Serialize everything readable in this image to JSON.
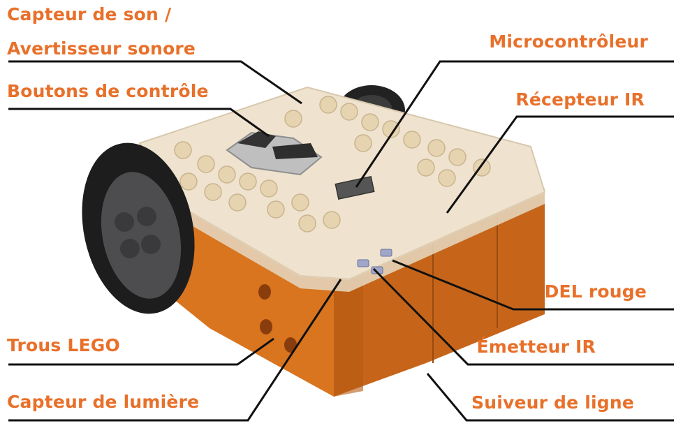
{
  "colors": {
    "label": "#e8702a",
    "leader": "#111111",
    "body_orange": "#d9741f",
    "body_dark": "#b85a12",
    "top_clear": "#efe3cf",
    "wheel": "#1d1d1d",
    "hub": "#4d4d4f"
  },
  "labels": {
    "sound_1": "Capteur de son /",
    "sound_2": "Avertisseur sonore",
    "buttons": "Boutons de contrôle",
    "lego": "Trous LEGO",
    "light": "Capteur de lumière",
    "micro": "Microcontrôleur",
    "ir_rx": "Récepteur IR",
    "led": "DEL rouge",
    "ir_tx": "Émetteur IR",
    "line": "Suiveur de ligne"
  }
}
